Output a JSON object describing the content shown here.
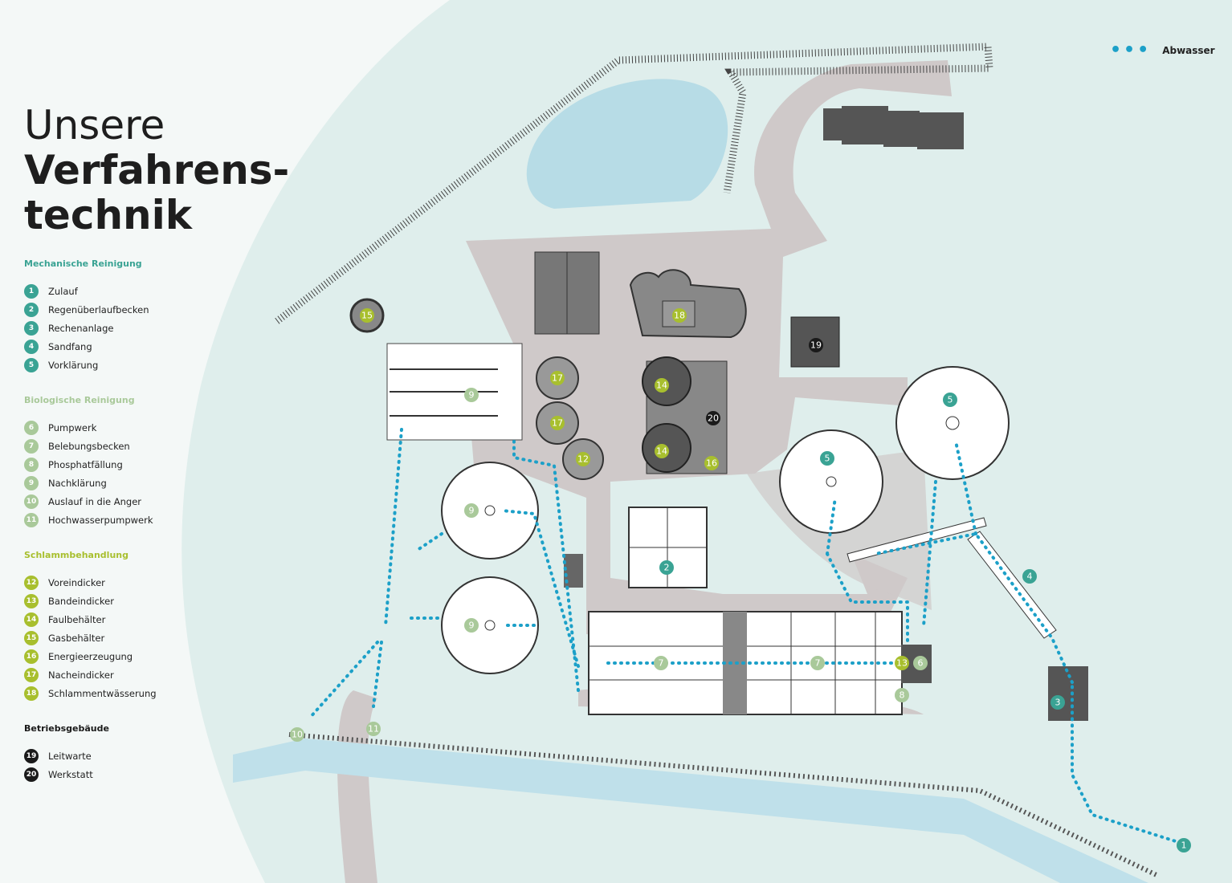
{
  "title": {
    "line1": "Unsere",
    "line2": "Verfahrens-",
    "line3": "technik"
  },
  "flow_legend": {
    "label": "Abwasser",
    "color": "#1ca0c8"
  },
  "legend": {
    "mechanical": {
      "heading": "Mechanische Reinigung",
      "color": "#3aa394",
      "items": [
        {
          "n": "1",
          "label": "Zulauf"
        },
        {
          "n": "2",
          "label": "Regenüberlaufbecken"
        },
        {
          "n": "3",
          "label": "Rechenanlage"
        },
        {
          "n": "4",
          "label": "Sandfang"
        },
        {
          "n": "5",
          "label": "Vorklärung"
        }
      ]
    },
    "biological": {
      "heading": "Biologische Reinigung",
      "color": "#a9c99a",
      "items": [
        {
          "n": "6",
          "label": "Pumpwerk"
        },
        {
          "n": "7",
          "label": "Belebungsbecken"
        },
        {
          "n": "8",
          "label": "Phosphatfällung"
        },
        {
          "n": "9",
          "label": "Nachklärung"
        },
        {
          "n": "10",
          "label": "Auslauf in die Anger"
        },
        {
          "n": "11",
          "label": "Hochwasserpumpwerk"
        }
      ]
    },
    "sludge": {
      "heading": "Schlammbehandlung",
      "color": "#a8bf2e",
      "items": [
        {
          "n": "12",
          "label": "Voreindicker"
        },
        {
          "n": "13",
          "label": "Bandeindicker"
        },
        {
          "n": "14",
          "label": "Faulbehälter"
        },
        {
          "n": "15",
          "label": "Gasbehälter"
        },
        {
          "n": "16",
          "label": "Energieerzeugung"
        },
        {
          "n": "17",
          "label": "Nacheindicker"
        },
        {
          "n": "18",
          "label": "Schlammentwässerung"
        }
      ]
    },
    "buildings": {
      "heading": "Betriebsgebäude",
      "color": "#1a1a1a",
      "items": [
        {
          "n": "19",
          "label": "Leitwarte"
        },
        {
          "n": "20",
          "label": "Werkstatt"
        }
      ]
    }
  },
  "markers": {
    "m1": "1",
    "m2": "2",
    "m3": "3",
    "m4": "4",
    "m5": "5",
    "m6": "6",
    "m7": "7",
    "m8": "8",
    "m9": "9",
    "m10": "10",
    "m11": "11",
    "m12": "12",
    "m13": "13",
    "m14": "14",
    "m15": "15",
    "m16": "16",
    "m17": "17",
    "m18": "18",
    "m19": "19",
    "m20": "20"
  }
}
